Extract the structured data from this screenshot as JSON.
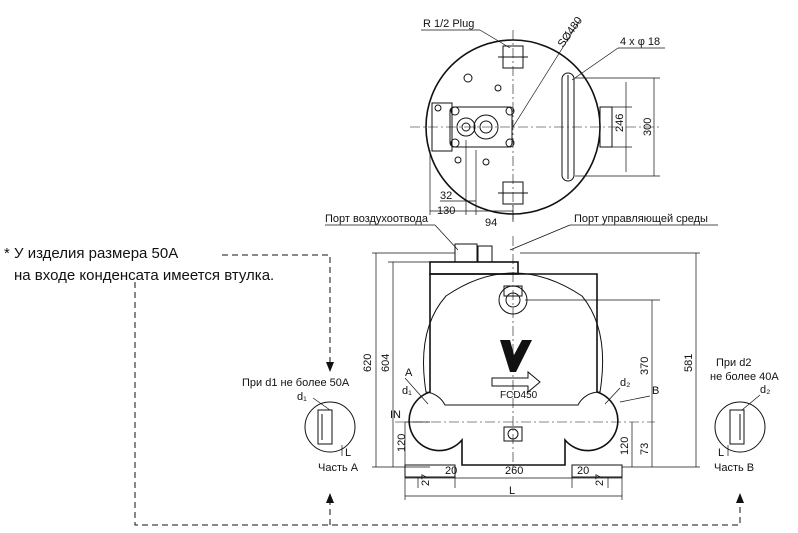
{
  "note": {
    "line1": "* У изделия размера 50А",
    "line2": "на входе конденсата имеется втулка."
  },
  "top_view": {
    "plug_label": "R 1/2 Plug",
    "sphere_label": "SØ480",
    "holes_label": "4 x φ 18",
    "dim_246": "246",
    "dim_300": "300",
    "dim_32": "32",
    "dim_130": "130",
    "dim_94": "94"
  },
  "ports": {
    "air_vent": "Порт воздухоотвода",
    "control": "Порт управляющей среды"
  },
  "front_view": {
    "dim_620": "620",
    "dim_604": "604",
    "dim_581": "581",
    "dim_370": "370",
    "dim_120_left": "120",
    "dim_120_right": "120",
    "dim_73": "73",
    "dim_27_left": "27",
    "dim_20_left": "20",
    "dim_260": "260",
    "dim_20_right": "20",
    "dim_27_right": "27",
    "dim_L": "L",
    "label_A": "A",
    "label_B": "B",
    "label_d1": "d₁",
    "label_d2": "d₂",
    "label_IN": "IN",
    "body_mark": "FCD450"
  },
  "detail_a": {
    "condition": "При d1 не более 50А",
    "d_label": "d₁",
    "l_label": "L",
    "caption": "Часть A"
  },
  "detail_b": {
    "condition_line1": "При d2",
    "condition_line2": "не более 40А",
    "d_label": "d₂",
    "l_label": "L",
    "caption": "Часть B"
  }
}
